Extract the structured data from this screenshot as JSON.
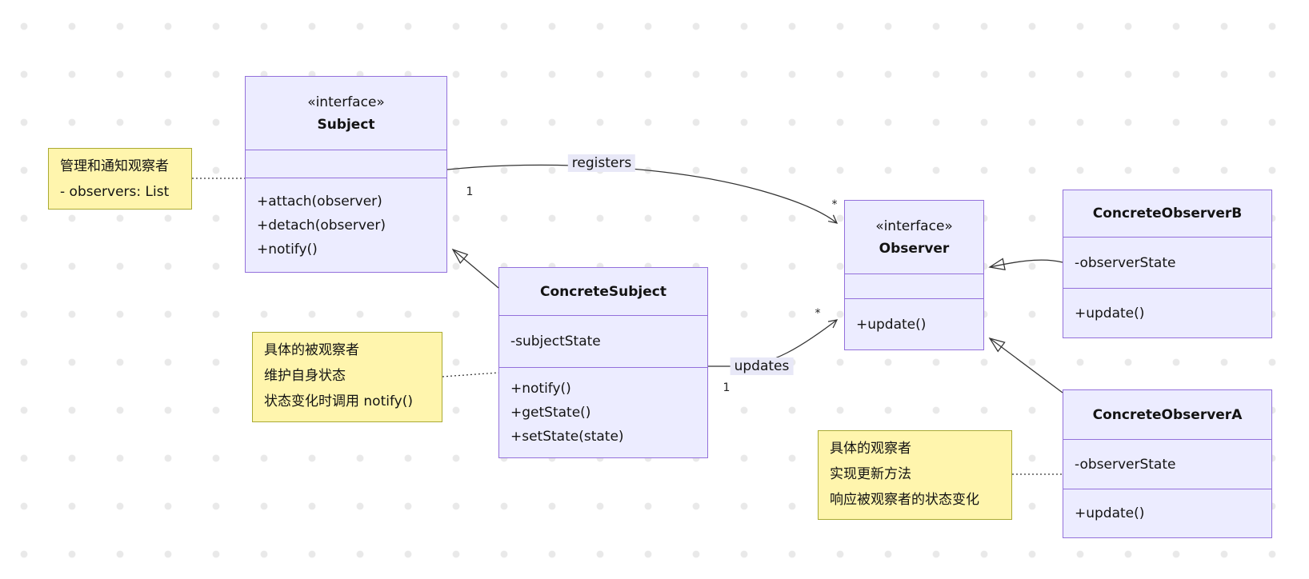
{
  "colors": {
    "class_fill": "#ECECFF",
    "class_border": "#9370DB",
    "note_fill": "#fff5ad",
    "note_border": "#aaaa33",
    "line": "#333333",
    "edge_label_bg": "#e8e8f7",
    "background_dot": "#e9e9e9"
  },
  "classes": [
    {
      "stereotype": "«interface»",
      "name": "Subject",
      "attributes": [],
      "methods": [
        "+attach(observer)",
        "+detach(observer)",
        "+notify()"
      ]
    },
    {
      "name": "ConcreteSubject",
      "attributes": [
        "-subjectState"
      ],
      "methods": [
        "+notify()",
        "+getState()",
        "+setState(state)"
      ]
    },
    {
      "stereotype": "«interface»",
      "name": "Observer",
      "attributes": [],
      "methods": [
        "+update()"
      ]
    },
    {
      "name": "ConcreteObserverB",
      "attributes": [
        "-observerState"
      ],
      "methods": [
        "+update()"
      ]
    },
    {
      "name": "ConcreteObserverA",
      "attributes": [
        "-observerState"
      ],
      "methods": [
        "+update()"
      ]
    }
  ],
  "notes": [
    {
      "lines": [
        "管理和通知观察者",
        "- observers: List"
      ]
    },
    {
      "lines": [
        "具体的被观察者",
        "维护自身状态",
        "状态变化时调用 notify()"
      ]
    },
    {
      "lines": [
        "具体的观察者",
        "实现更新方法",
        "响应被观察者的状态变化"
      ]
    }
  ],
  "edges": {
    "registers": {
      "label": "registers",
      "source_multiplicity": "1",
      "target_multiplicity": "*"
    },
    "updates": {
      "label": "updates",
      "source_multiplicity": "1",
      "target_multiplicity": "*"
    }
  }
}
